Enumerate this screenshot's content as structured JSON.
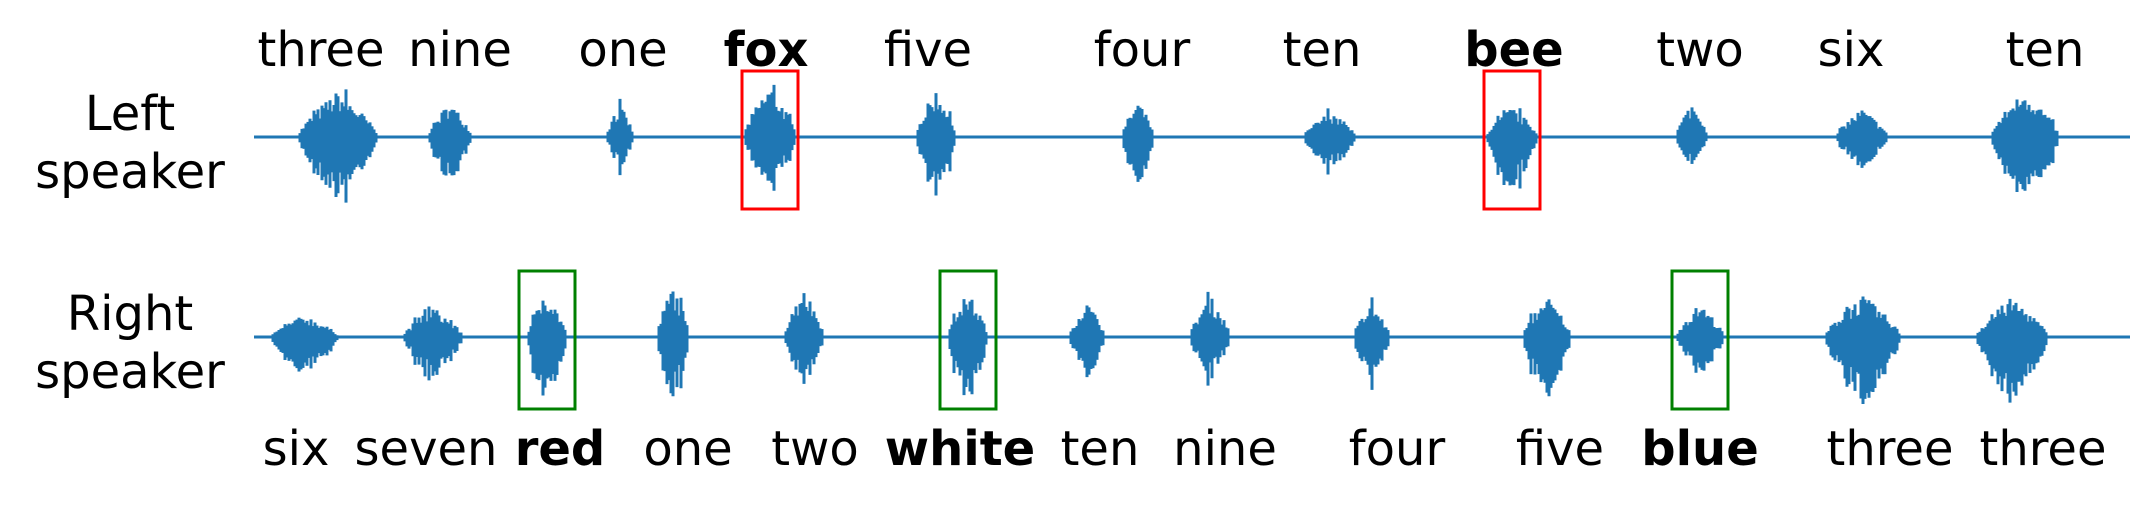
{
  "row_labels": {
    "left": [
      "Left",
      "speaker"
    ],
    "right": [
      "Right",
      "speaker"
    ]
  },
  "colors": {
    "waveform": "#1f77b4",
    "left_highlight": "#ff0000",
    "right_highlight": "#008000",
    "text": "#000000"
  },
  "left_words": [
    {
      "text": "three",
      "bold": false
    },
    {
      "text": "nine",
      "bold": false
    },
    {
      "text": "one",
      "bold": false
    },
    {
      "text": "fox",
      "bold": true
    },
    {
      "text": "five",
      "bold": false
    },
    {
      "text": "four",
      "bold": false
    },
    {
      "text": "ten",
      "bold": false
    },
    {
      "text": "bee",
      "bold": true
    },
    {
      "text": "two",
      "bold": false
    },
    {
      "text": "six",
      "bold": false
    },
    {
      "text": "ten",
      "bold": false
    }
  ],
  "right_words": [
    {
      "text": "six",
      "bold": false
    },
    {
      "text": "seven",
      "bold": false
    },
    {
      "text": "red",
      "bold": true
    },
    {
      "text": "one",
      "bold": false
    },
    {
      "text": "two",
      "bold": false
    },
    {
      "text": "white",
      "bold": true
    },
    {
      "text": "ten",
      "bold": false
    },
    {
      "text": "nine",
      "bold": false
    },
    {
      "text": "four",
      "bold": false
    },
    {
      "text": "five",
      "bold": false
    },
    {
      "text": "blue",
      "bold": true
    },
    {
      "text": "three",
      "bold": false
    },
    {
      "text": "three",
      "bold": false
    }
  ]
}
